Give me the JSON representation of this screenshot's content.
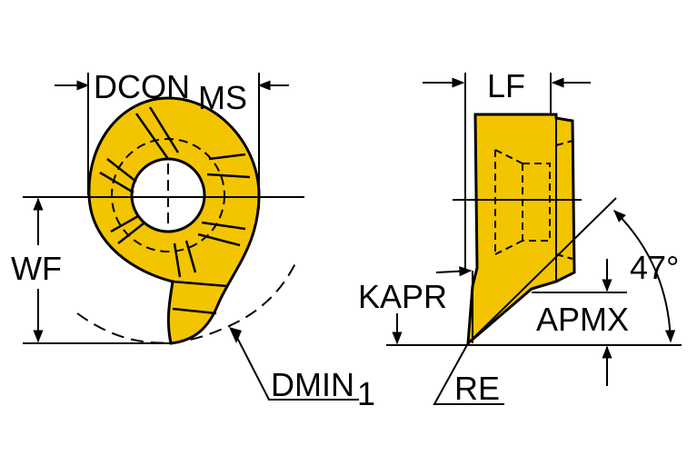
{
  "labels": {
    "dcon_main": "DCON",
    "dcon_sub": "MS",
    "wf": "WF",
    "dmin_main": "DMIN",
    "dmin_sub": "1",
    "lf": "LF",
    "kapr": "KAPR",
    "apmx": "APMX",
    "angle": "47°",
    "re": "RE"
  },
  "colors": {
    "insert_fill": "#f3c500",
    "outline": "#000000",
    "background": "#ffffff"
  }
}
